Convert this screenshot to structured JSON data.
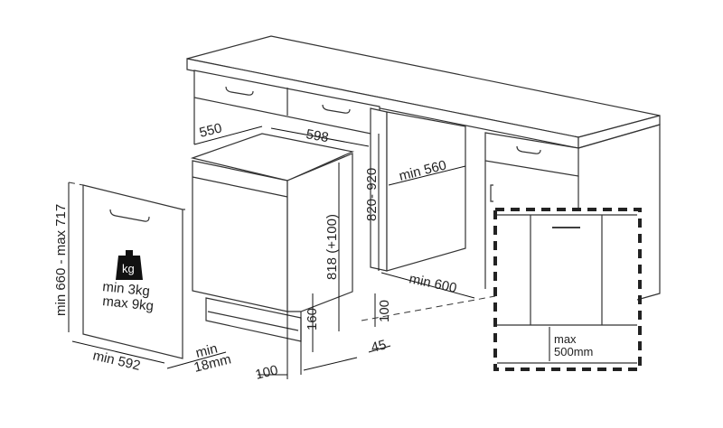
{
  "labels": {
    "depth": "550",
    "width": "598",
    "niche_height": "820- 920",
    "niche_depth": "min 560",
    "panel_height": "min 660 - max 717",
    "weight_icon": "kg",
    "weight_min": "min  3kg",
    "weight_max": "max 9kg",
    "appliance_height": "818 (+100)",
    "worktop_depth": "min 600",
    "plinth_160": "160",
    "plinth_100": "100",
    "plinth_45": "45",
    "panel_width": "min 592",
    "panel_thickness_min": "min",
    "panel_thickness_value": "18mm",
    "door_clearance": "100",
    "max_label": "max",
    "max_value": "500mm"
  }
}
